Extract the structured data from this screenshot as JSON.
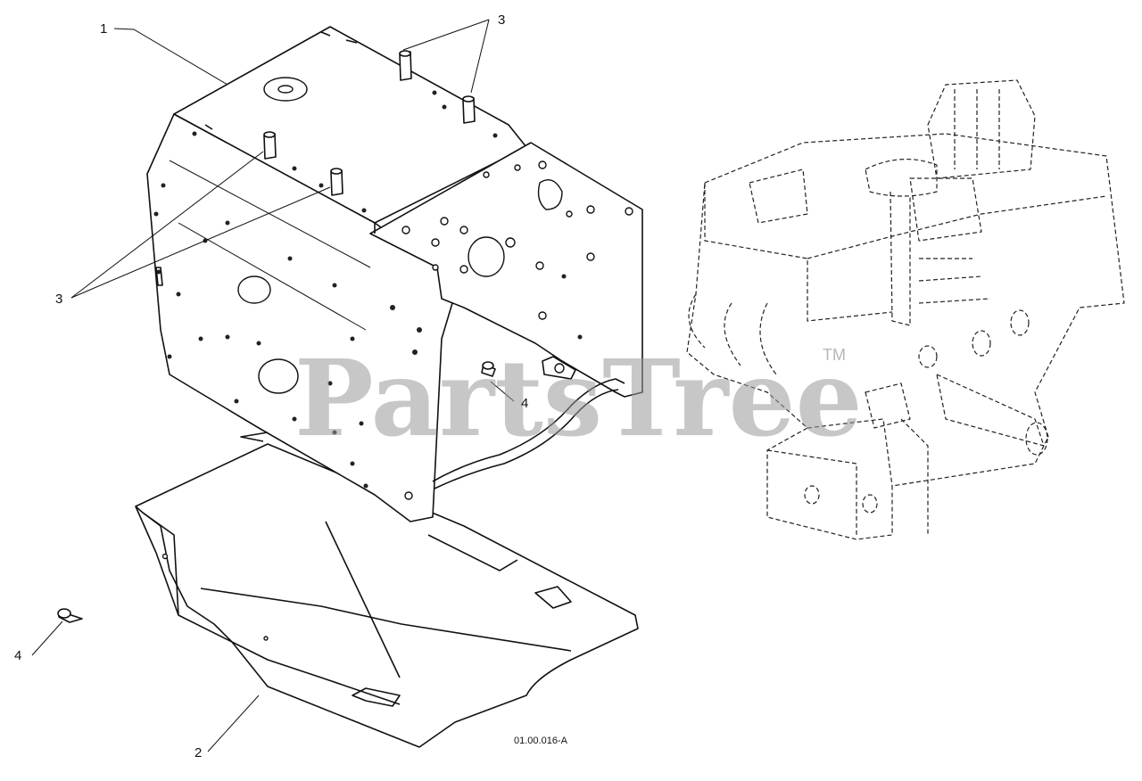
{
  "diagram": {
    "callouts": {
      "frame": "1",
      "shield": "2",
      "studs_top": "3",
      "studs_left": "3",
      "screw_right": "4",
      "screw_left": "4"
    },
    "reference_code": "01.00.016-A",
    "watermark": {
      "text": "PartsTree",
      "trademark": "TM"
    }
  }
}
